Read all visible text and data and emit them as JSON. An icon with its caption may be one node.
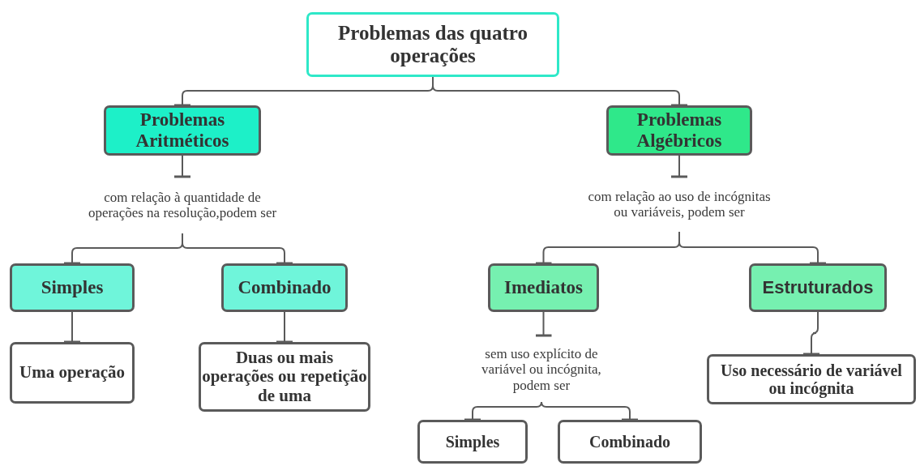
{
  "diagram": {
    "nodes": [
      {
        "text": [
          "Problemas das quatro operações"
        ]
      },
      {
        "text": [
          "Problemas Aritméticos"
        ]
      },
      {
        "text": [
          "Problemas Algébricos"
        ]
      },
      {
        "text": [
          "com relação à quantidade de operações na resolução,podem ser"
        ]
      },
      {
        "text": [
          "com relação ao uso de incógnitas  ou variáveis, podem ser"
        ]
      },
      {
        "text": [
          "Simples"
        ]
      },
      {
        "text": [
          "Combinado"
        ]
      },
      {
        "text": [
          "Imediatos"
        ]
      },
      {
        "text": [
          "Estruturados"
        ]
      },
      {
        "text": [
          "Uma operação"
        ]
      },
      {
        "text": [
          "Duas ou mais operações ou repetição de uma"
        ]
      },
      {
        "text": [
          "sem uso explícito de variável ou incógnita, podem ser"
        ]
      },
      {
        "text": [
          "Uso necessário de variável  ou incógnita"
        ]
      },
      {
        "text": [
          "Simples"
        ]
      },
      {
        "text": [
          "Combinado"
        ]
      }
    ],
    "edges": [
      {
        "from": 0,
        "to": 1,
        "arrow": "other"
      },
      {
        "from": 0,
        "to": 2,
        "arrow": "other"
      },
      {
        "from": 1,
        "to": 3,
        "arrow": "other"
      },
      {
        "from": 2,
        "to": 4,
        "arrow": "other"
      },
      {
        "from": 3,
        "to": 5,
        "arrow": "other"
      },
      {
        "from": 3,
        "to": 6,
        "arrow": "other"
      },
      {
        "from": 4,
        "to": 7,
        "arrow": "other"
      },
      {
        "from": 4,
        "to": 8,
        "arrow": "other"
      },
      {
        "from": 5,
        "to": 9,
        "arrow": "other"
      },
      {
        "from": 6,
        "to": 10,
        "arrow": "other"
      },
      {
        "from": 7,
        "to": 11,
        "arrow": "other"
      },
      {
        "from": 8,
        "to": 12,
        "arrow": "other"
      },
      {
        "from": 11,
        "to": 13,
        "arrow": "other"
      },
      {
        "from": 11,
        "to": 14,
        "arrow": "other"
      }
    ]
  }
}
